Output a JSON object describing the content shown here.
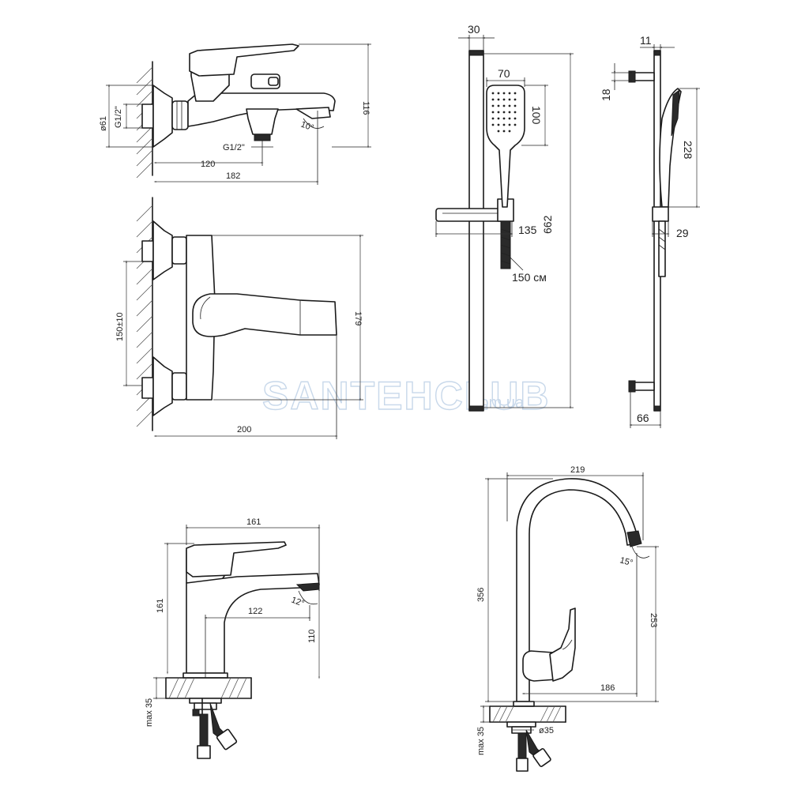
{
  "watermark": {
    "brand": "SANTEHCLUB",
    "domain": ".com.ua"
  },
  "bath_mixer_side": {
    "dims": {
      "d_flange": "ø61",
      "thread_top": "G1/2\"",
      "thread_bottom": "G1/2\"",
      "len_120": "120",
      "len_182": "182",
      "height_116": "116",
      "angle": "10°"
    }
  },
  "bath_mixer_front": {
    "dims": {
      "centers": "150±10",
      "height_179": "179",
      "width_200": "200"
    }
  },
  "shower_rail_front": {
    "dims": {
      "rail_w": "30",
      "head_w": "70",
      "head_h": "100",
      "holder_135": "135",
      "hose": "150 см",
      "height_662": "662"
    }
  },
  "shower_rail_side": {
    "dims": {
      "top_11": "11",
      "bracket_18": "18",
      "head_228": "228",
      "holder_29": "29",
      "depth_66": "66"
    }
  },
  "basin_mixer": {
    "dims": {
      "width_161": "161",
      "height_161": "161",
      "reach_122": "122",
      "spout_110": "110",
      "angle": "12°",
      "max_35": "max 35"
    }
  },
  "kitchen_mixer": {
    "dims": {
      "width_219": "219",
      "height_356": "356",
      "height_253": "253",
      "reach_186": "186",
      "angle": "15°",
      "max_35": "max 35",
      "d_35": "ø35"
    }
  }
}
